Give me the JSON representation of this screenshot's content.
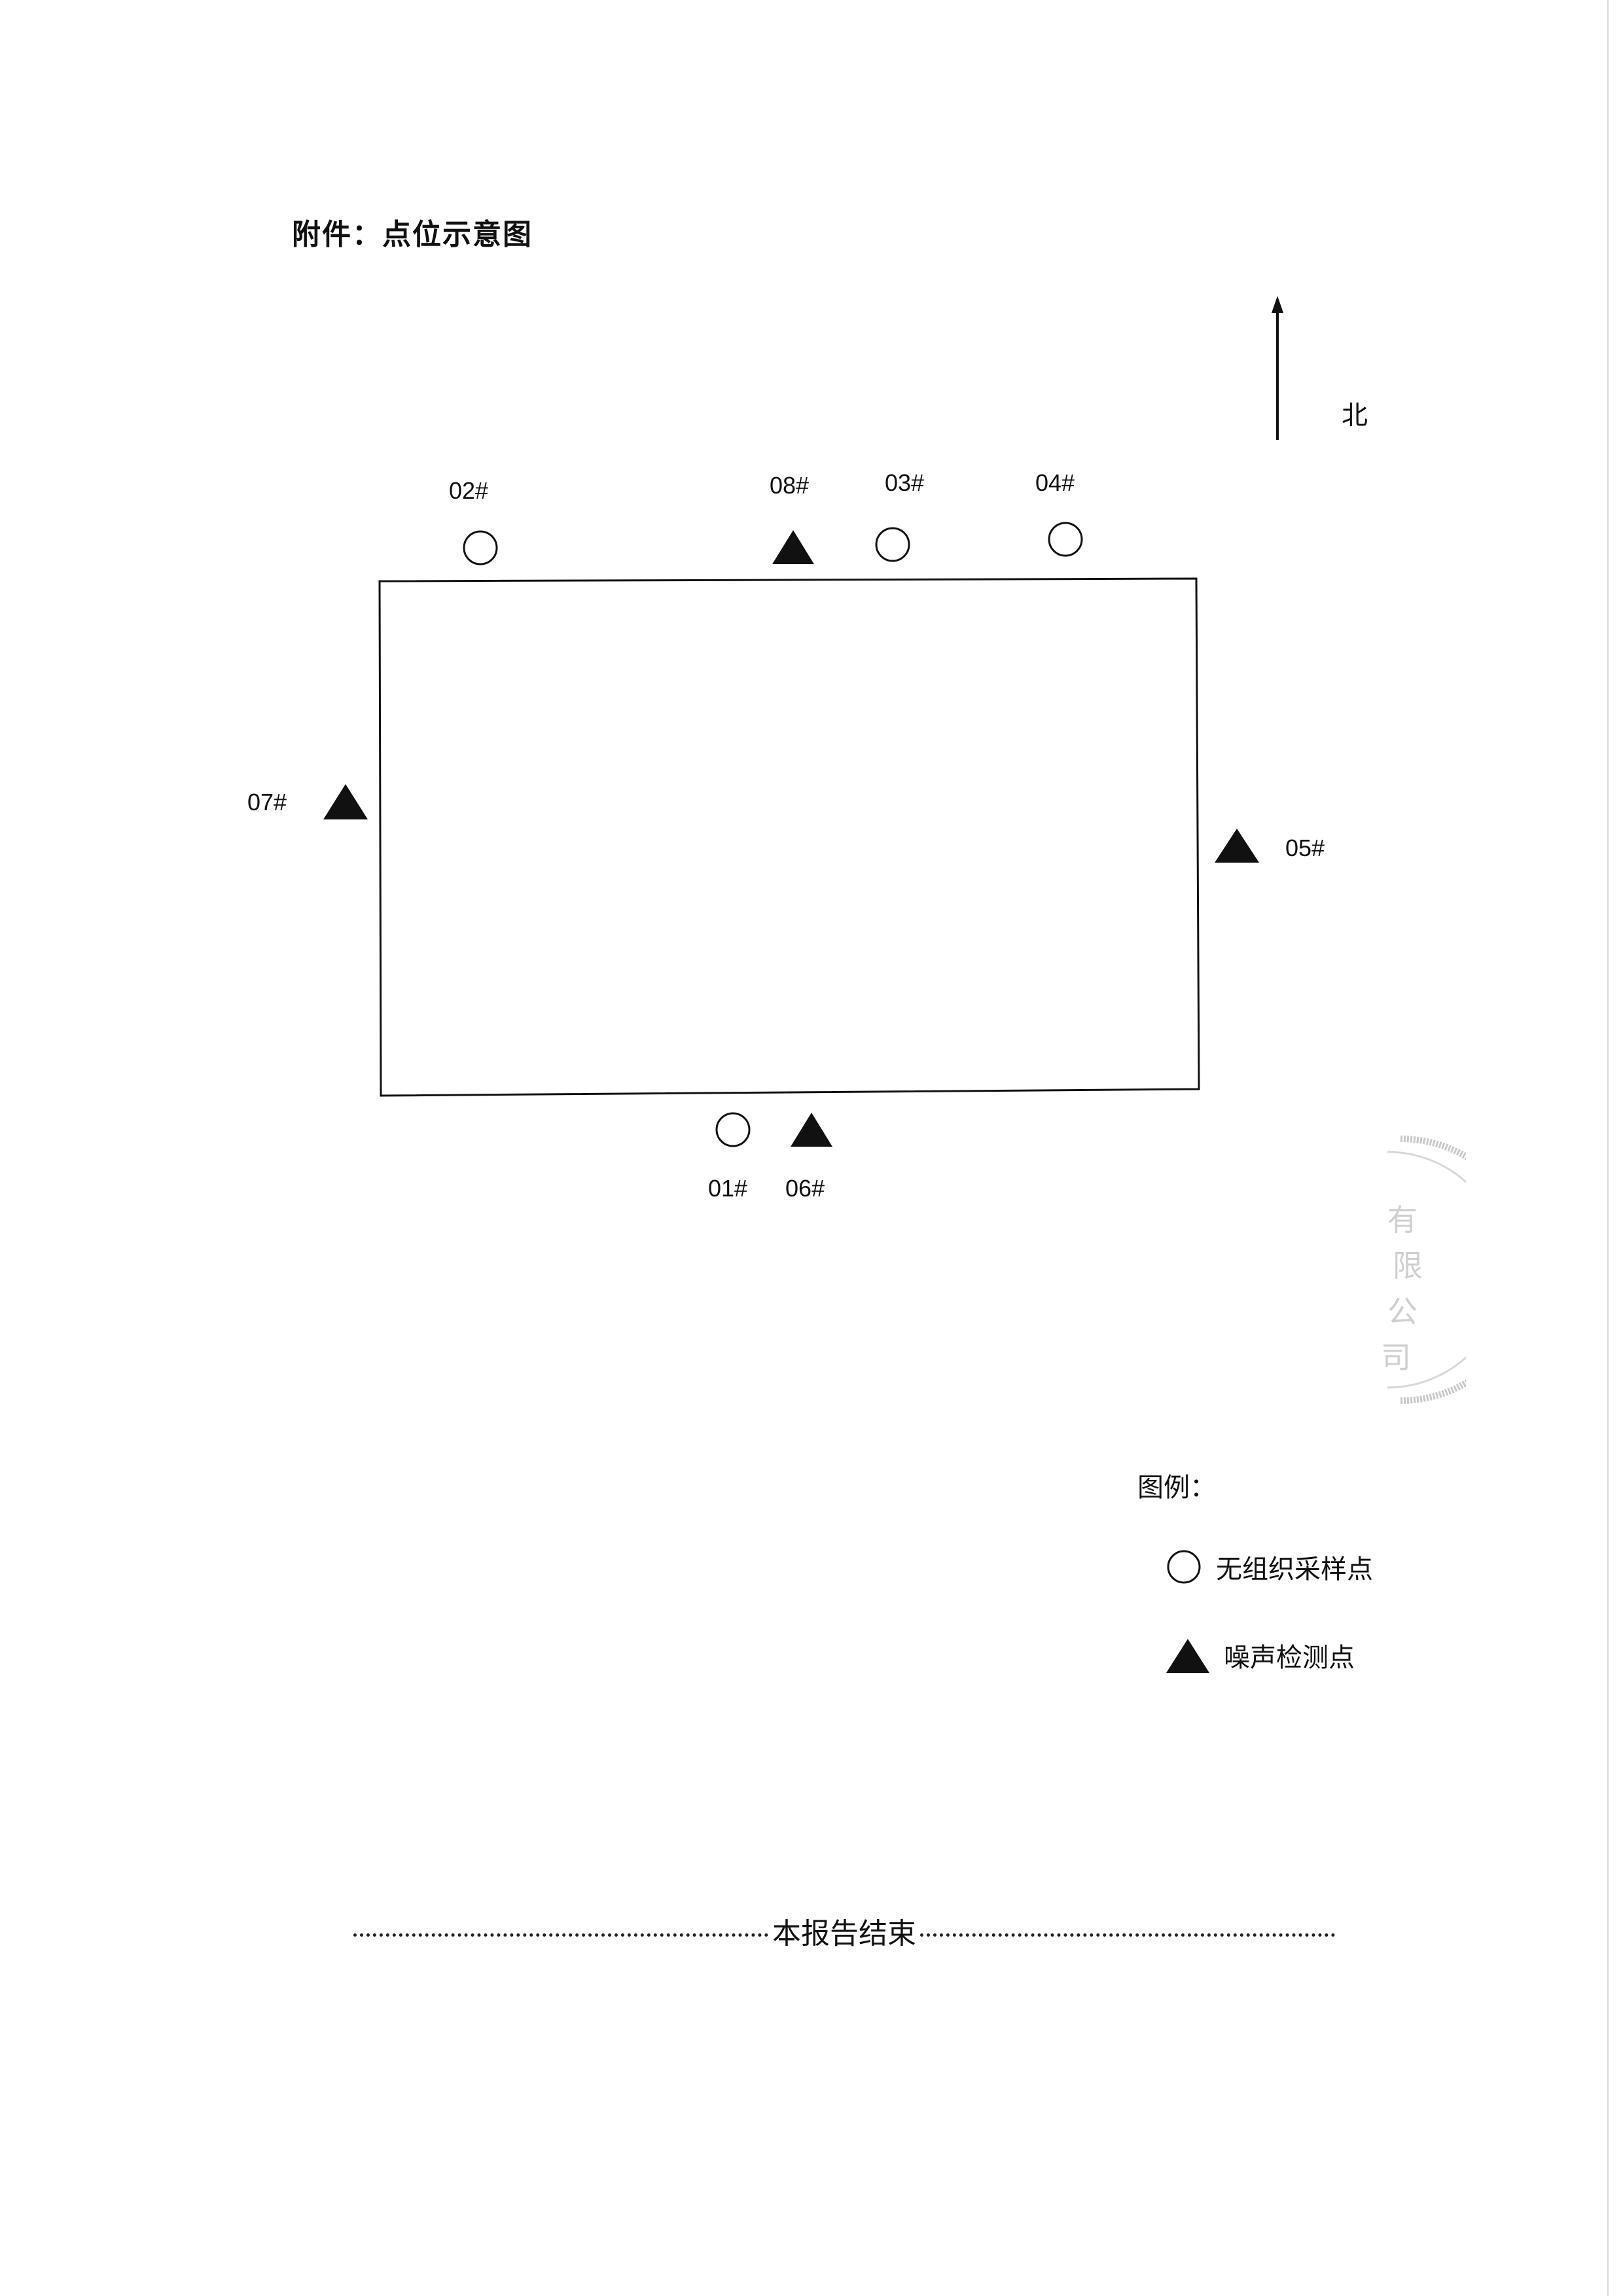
{
  "title": "附件：点位示意图",
  "north_label": "北",
  "points": {
    "p01": "01#",
    "p02": "02#",
    "p03": "03#",
    "p04": "04#",
    "p05": "05#",
    "p06": "06#",
    "p07": "07#",
    "p08": "08#"
  },
  "legend": {
    "title": "图例：",
    "circle_label": "无组织采样点",
    "triangle_label": "噪声检测点"
  },
  "footer": {
    "end_text": "本报告结束"
  },
  "stamp_text": "有限公司"
}
